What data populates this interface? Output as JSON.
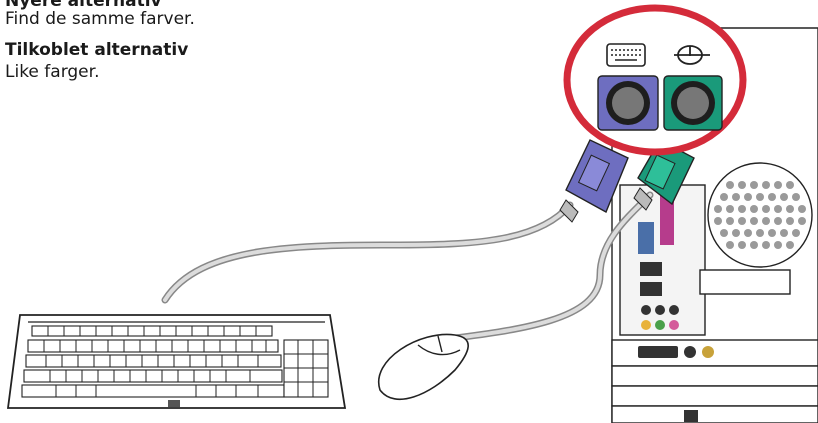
{
  "text": {
    "heading_top": "Nyere alternativ",
    "line1": "Find de samme farver.",
    "heading2": "Tilkoblet alternativ",
    "line2": "Like farger."
  },
  "colors": {
    "keyboard_port": "#6e6ec0",
    "mouse_port": "#1a9a7a",
    "ring": "#d42b3a",
    "cable": "#c8c8c8"
  },
  "icons": {
    "keyboard": "keyboard-icon",
    "mouse": "mouse-icon"
  }
}
